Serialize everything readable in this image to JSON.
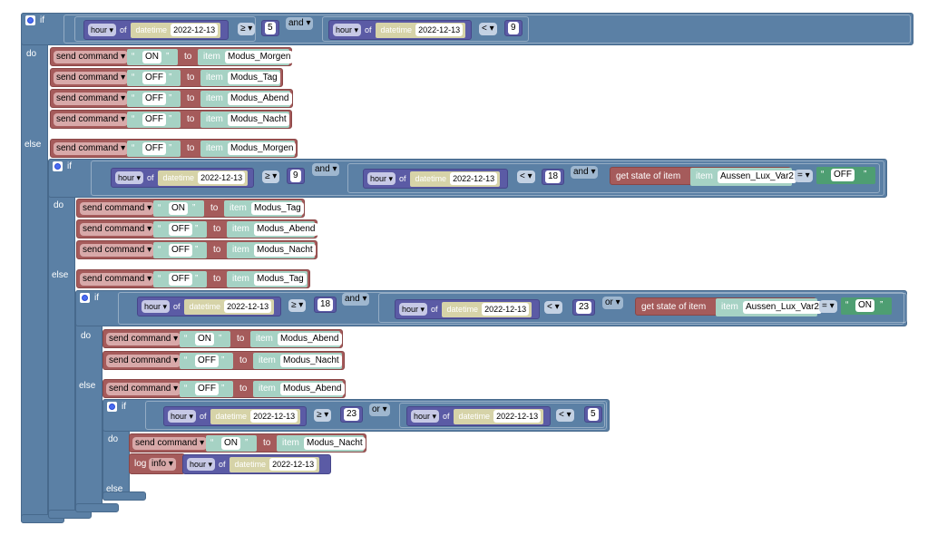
{
  "labels": {
    "if": "if",
    "do": "do",
    "else": "else",
    "of": "of",
    "to": "to",
    "item": "item",
    "datetime": "datetime",
    "send_command": "send command ▾",
    "get_state": "get state of item",
    "log": "log",
    "log_level": "info ▾",
    "open_quote": "“",
    "close_quote": "”"
  },
  "colors": {
    "logic": "#5b80a5",
    "openhab": "#a55b5b",
    "datetime": "#d6d3a8",
    "math": "#5b5ba5",
    "item": "#a6d2c4",
    "text": "#4e9e72"
  },
  "icons": [
    "gear-icon",
    "dropdown-arrow-icon"
  ],
  "if1": {
    "cond": {
      "a": {
        "unit": "hour ▾",
        "date": "2022-12-13",
        "op": "≥ ▾",
        "value": "5"
      },
      "join": "and ▾",
      "b": {
        "unit": "hour ▾",
        "date": "2022-12-13",
        "op": "< ▾",
        "value": "9"
      }
    },
    "do": [
      {
        "cmd": "ON",
        "item": "Modus_Morgen"
      },
      {
        "cmd": "OFF",
        "item": "Modus_Tag"
      },
      {
        "cmd": "OFF",
        "item": "Modus_Abend"
      },
      {
        "cmd": "OFF",
        "item": "Modus_Nacht"
      }
    ],
    "else": [
      {
        "cmd": "OFF",
        "item": "Modus_Morgen"
      }
    ]
  },
  "if2": {
    "cond": {
      "a": {
        "unit": "hour ▾",
        "date": "2022-12-13",
        "op": "≥ ▾",
        "value": "9"
      },
      "join": "and ▾",
      "b": {
        "unit": "hour ▾",
        "date": "2022-12-13",
        "op": "< ▾",
        "value": "18"
      },
      "join2": "and ▾",
      "state": {
        "item": "Aussen_Lux_Var2",
        "op": "= ▾",
        "value": "OFF"
      }
    },
    "do": [
      {
        "cmd": "ON",
        "item": "Modus_Tag"
      },
      {
        "cmd": "OFF",
        "item": "Modus_Abend"
      },
      {
        "cmd": "OFF",
        "item": "Modus_Nacht"
      }
    ],
    "else": [
      {
        "cmd": "OFF",
        "item": "Modus_Tag"
      }
    ]
  },
  "if3": {
    "cond": {
      "a": {
        "unit": "hour ▾",
        "date": "2022-12-13",
        "op": "≥ ▾",
        "value": "18"
      },
      "join": "and ▾",
      "b": {
        "unit": "hour ▾",
        "date": "2022-12-13",
        "op": "< ▾",
        "value": "23"
      },
      "join2": "or ▾",
      "state": {
        "item": "Aussen_Lux_Var2",
        "op": "= ▾",
        "value": "ON"
      }
    },
    "do": [
      {
        "cmd": "ON",
        "item": "Modus_Abend"
      },
      {
        "cmd": "OFF",
        "item": "Modus_Nacht"
      }
    ],
    "else": [
      {
        "cmd": "OFF",
        "item": "Modus_Abend"
      }
    ]
  },
  "if4": {
    "cond": {
      "a": {
        "unit": "hour ▾",
        "date": "2022-12-13",
        "op": "≥ ▾",
        "value": "23"
      },
      "join": "or ▾",
      "b": {
        "unit": "hour ▾",
        "date": "2022-12-13",
        "op": "< ▾",
        "value": "5"
      }
    },
    "do": [
      {
        "cmd": "ON",
        "item": "Modus_Nacht"
      }
    ],
    "log": {
      "unit": "hour ▾",
      "date": "2022-12-13"
    }
  }
}
